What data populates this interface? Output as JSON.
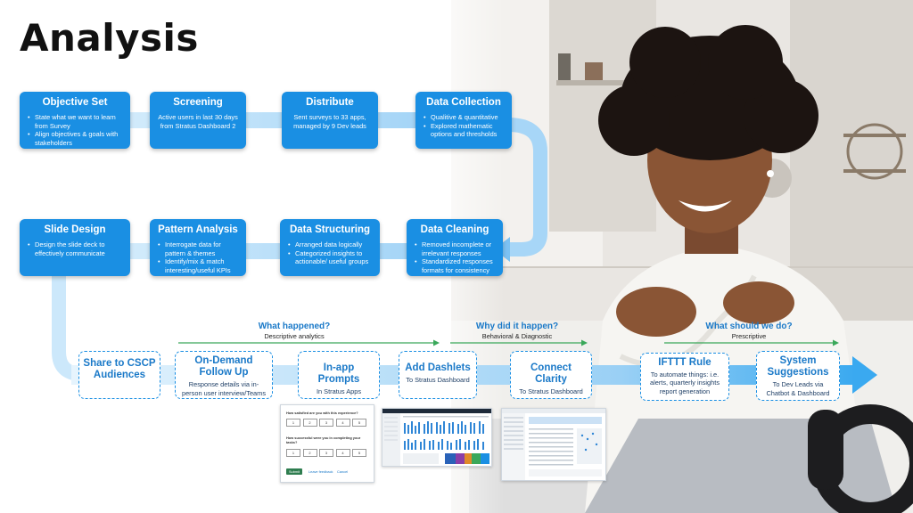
{
  "title": "Analysis",
  "colors": {
    "box": "#1a8fe3",
    "accent": "#1a79c8",
    "green_line": "#3aa85a",
    "light_arrow": "#bfe1fb"
  },
  "row1": [
    {
      "title": "Objective Set",
      "bullets": [
        "State what we want to learn from Survey",
        "Align objectives & goals with stakeholders"
      ]
    },
    {
      "title": "Screening",
      "text": "Active users in last 30 days from Stratus Dashboard 2"
    },
    {
      "title": "Distribute",
      "text": "Sent surveys to 33 apps, managed by 9 Dev leads"
    },
    {
      "title": "Data Collection",
      "bullets": [
        "Qualitive & quantitative",
        "Explored mathematic options and thresholds"
      ]
    }
  ],
  "row2": [
    {
      "title": "Slide Design",
      "bullets": [
        "Design the slide deck to effectively communicate"
      ]
    },
    {
      "title": "Pattern Analysis",
      "bullets": [
        "Interrogate data for pattern & themes",
        "Identify/mix & match interesting/useful KPIs"
      ]
    },
    {
      "title": "Data Structuring",
      "bullets": [
        "Arranged data logically",
        "Categorized insights to actionable/ useful groups"
      ]
    },
    {
      "title": "Data Cleaning",
      "bullets": [
        "Removed incomplete or irrelevant responses",
        "Standardized responses formats for consistency"
      ]
    }
  ],
  "sections": [
    {
      "heading": "What happened?",
      "sub": "Descriptive analytics"
    },
    {
      "heading": "Why did it happen?",
      "sub": "Behavioral & Diagnostic"
    },
    {
      "heading": "What should we do?",
      "sub": "Prescriptive"
    }
  ],
  "row3": [
    {
      "title": "Share to CSCP Audiences",
      "sub": ""
    },
    {
      "title": "On-Demand Follow Up",
      "sub": "Response details via in-person user interview/Teams"
    },
    {
      "title": "In-app Prompts",
      "sub": "In Stratus Apps"
    },
    {
      "title": "Add Dashlets",
      "sub": "To Stratus Dashboard"
    },
    {
      "title": "Connect Clarity",
      "sub": "To Stratus Dashboard"
    },
    {
      "title": "IFTTT Rule",
      "sub": "To automate things: i.e. alerts, quarterly insights report generation"
    },
    {
      "title": "System Suggestions",
      "sub": "To Dev Leads via Chatbot & Dashboard"
    }
  ],
  "survey": {
    "q1": "How satisfied are you with this experience?",
    "q2": "How successful were you in completing your tasks?",
    "scale": [
      "1",
      "2",
      "3",
      "4",
      "5"
    ],
    "submit": "Submit",
    "leave": "Leave feedback",
    "cancel": "Cancel"
  }
}
